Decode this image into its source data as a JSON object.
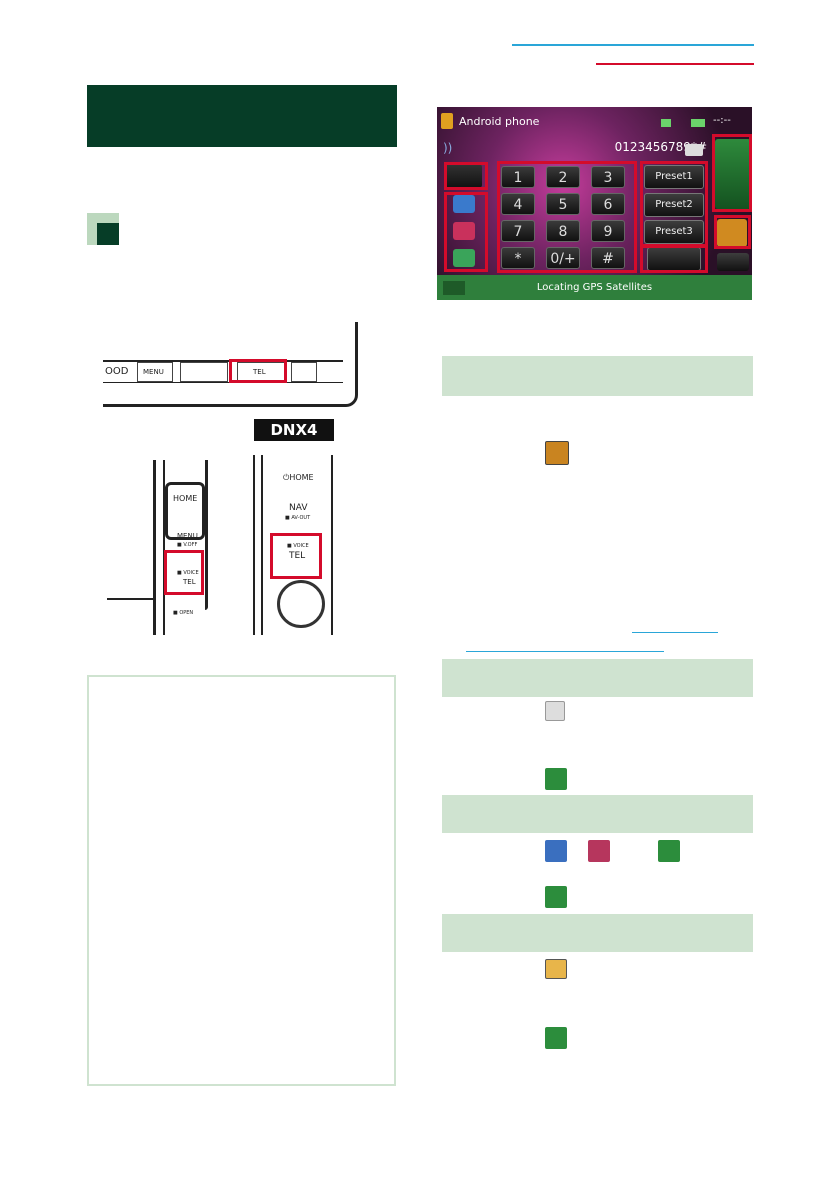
{
  "phone_screen": {
    "title": "Android phone",
    "battery_text": "--:--",
    "number_display": "0123456789*#",
    "keypad": [
      "1",
      "2",
      "3",
      "4",
      "5",
      "6",
      "7",
      "8",
      "9",
      "*",
      "0/+",
      "#"
    ],
    "presets": [
      "Preset1",
      "Preset2",
      "Preset3"
    ],
    "status_text": "Locating GPS Satellites"
  },
  "device_panel": {
    "brand_fragment": "OOD",
    "buttons": [
      "MENU",
      "TEL"
    ],
    "model_label": "DNX4",
    "left_unit": {
      "home": "HOME",
      "menu": "MENU",
      "menu_sub": "■ V.OFF",
      "voice": "■ VOICE",
      "tel": "TEL",
      "open": "■ OPEN"
    },
    "right_unit": {
      "home": "⏻HOME",
      "nav": "NAV",
      "nav_sub": "■ AV-OUT",
      "voice": "■ VOICE",
      "tel": "TEL"
    }
  },
  "colors": {
    "header_green": "#063d27",
    "band_green": "#cfe3d0",
    "highlight_red": "#d40b2b",
    "link_blue": "#2aa6d8"
  }
}
